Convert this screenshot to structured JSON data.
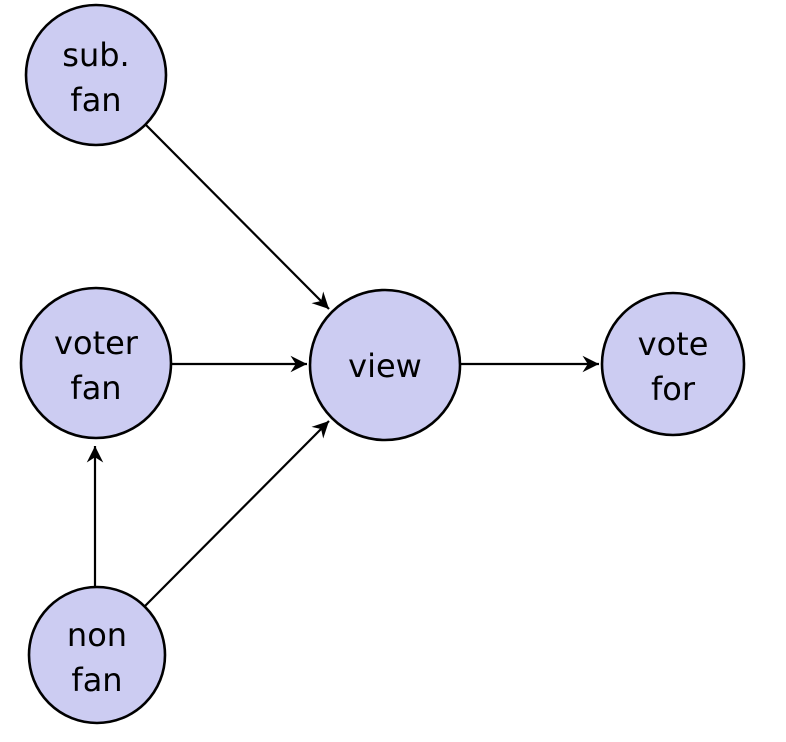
{
  "diagram": {
    "type": "directed-graph",
    "background_color": "#ffffff",
    "node_fill_color": "#ccccf2",
    "node_border_color": "#000000",
    "arrow_color": "#000000",
    "nodes": {
      "sub_fan": {
        "label": "sub. fan",
        "line1": "sub.",
        "line2": "fan"
      },
      "voter_fan": {
        "label": "voter fan",
        "line1": "voter",
        "line2": "fan"
      },
      "view": {
        "label": "view",
        "line1": "view"
      },
      "vote_for": {
        "label": "vote for",
        "line1": "vote",
        "line2": "for"
      },
      "non_fan": {
        "label": "non fan",
        "line1": "non",
        "line2": "fan"
      }
    },
    "edges": [
      {
        "from": "sub. fan",
        "to": "view"
      },
      {
        "from": "voter fan",
        "to": "view"
      },
      {
        "from": "non fan",
        "to": "voter fan"
      },
      {
        "from": "non fan",
        "to": "view"
      },
      {
        "from": "view",
        "to": "vote for"
      }
    ]
  }
}
